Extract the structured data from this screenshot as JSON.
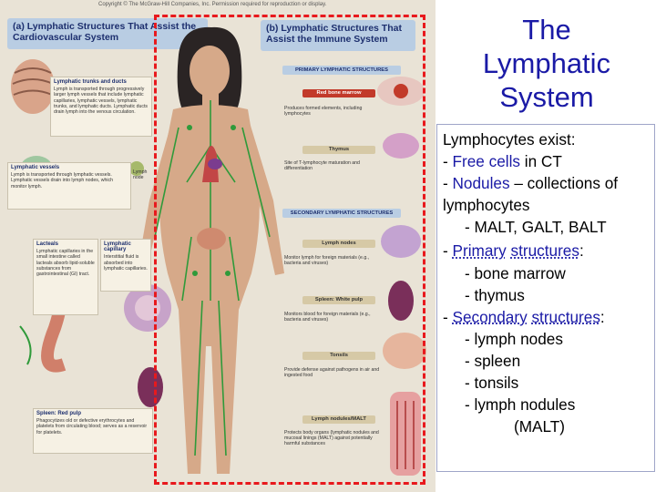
{
  "title": [
    "The",
    "Lymphatic",
    "System"
  ],
  "figure": {
    "copyright": "Copyright © The McGraw-Hill Companies, Inc. Permission required for reproduction or display.",
    "panel_a_header": "(a) Lymphatic Structures That Assist the Cardiovascular System",
    "panel_b_header": "(b) Lymphatic Structures That Assist the Immune System",
    "trunks": {
      "title": "Lymphatic trunks and ducts",
      "text": "Lymph is transported through progressively larger lymph vessels that include lymphatic capillaries, lymphatic vessels, lymphatic trunks, and lymphatic ducts. Lymphatic ducts drain lymph into the venous circulation."
    },
    "vessels": {
      "title": "Lymphatic vessels",
      "text": "Lymph is transported through lymphatic vessels. Lymphatic vessels drain into lymph nodes, which monitor lymph."
    },
    "lacteals": {
      "title": "Lacteals",
      "text": "Lymphatic capillaries in the small intestine called lacteals absorb lipid-soluble substances from gastrointestinal (GI) tract."
    },
    "capillary": {
      "title": "Lymphatic capillary",
      "text": "Interstitial fluid is absorbed into lymphatic capillaries."
    },
    "spleen_red": {
      "title": "Spleen: Red pulp",
      "text": "Phagocytizes old or defective erythrocytes and platelets from circulating blood; serves as a reservoir for platelets."
    },
    "primary_bar": "PRIMARY LYMPHATIC STRUCTURES",
    "red_marrow": {
      "title": "Red bone marrow",
      "text": "Produces formed elements, including lymphocytes"
    },
    "thymus": {
      "title": "Thymus",
      "text": "Site of T-lymphocyte maturation and differentiation"
    },
    "secondary_bar": "SECONDARY LYMPHATIC STRUCTURES",
    "lymph_nodes": {
      "title": "Lymph nodes",
      "text": "Monitor lymph for foreign materials (e.g., bacteria and viruses)"
    },
    "white_pulp": {
      "title": "Spleen: White pulp",
      "text": "Monitors blood for foreign materials (e.g., bacteria and viruses)"
    },
    "tonsils": {
      "title": "Tonsils",
      "text": "Provide defense against pathogens in air and ingested food"
    },
    "malt": {
      "title": "Lymph nodules/MALT",
      "text": "Protects body organs (lymphatic nodules and mucosal linings (MALT) against potentially harmful substances"
    },
    "lymph_node_tag": "Lymph node"
  },
  "notes": {
    "heading": "Lymphocytes exist:",
    "free_cells_prefix": "- ",
    "free_cells": "Free cells",
    "free_cells_suffix": " in CT",
    "nodules_prefix": "- ",
    "nodules": "Nodules",
    "nodules_suffix": " – collections of",
    "nodules_cont": "lymphocytes",
    "nodules_examples": "- MALT, GALT, BALT",
    "primary_prefix": "- ",
    "primary_a": "Primary",
    "primary_b": "structures",
    "primary_suffix": ":",
    "primary_items": [
      "- bone marrow",
      "- thymus"
    ],
    "secondary_prefix": "- ",
    "secondary_a": "Secondary",
    "secondary_b": "structures",
    "secondary_suffix": ":",
    "secondary_items": [
      "- lymph nodes",
      "- spleen",
      "- tonsils",
      "- lymph nodules"
    ],
    "malt_paren": "(MALT)"
  },
  "colors": {
    "title": "#1a1aa6",
    "dash": "#e8191d",
    "panel_header": "#b9cde3",
    "pill": "#c23a2a",
    "lymph_vessels": "#2f9a3a"
  }
}
